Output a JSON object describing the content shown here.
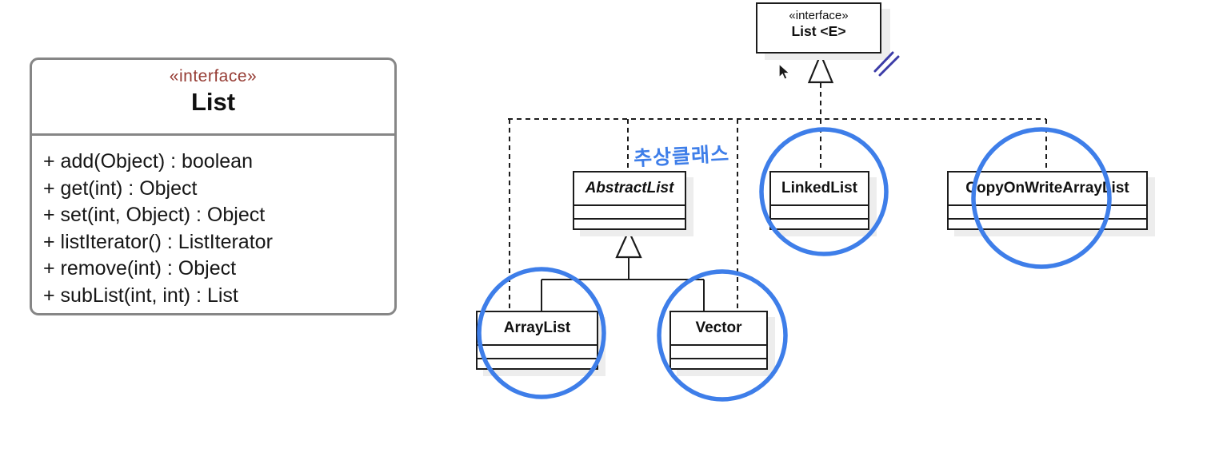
{
  "colors": {
    "annotation_blue": "#3e7ee9",
    "pen_blue": "#3c3ca8",
    "stereotype_red": "#963c34"
  },
  "interface_card": {
    "stereotype": "«interface»",
    "name": "List",
    "methods": [
      "+ add(Object) : boolean",
      "+ get(int) : Object",
      "+ set(int, Object) : Object",
      "+ listIterator() : ListIterator",
      "+ remove(int) : Object",
      "+ subList(int, int) : List"
    ]
  },
  "diagram": {
    "root": {
      "stereotype": "«interface»",
      "name": "List <E>"
    },
    "nodes": [
      {
        "name": "AbstractList"
      },
      {
        "name": "LinkedList"
      },
      {
        "name": "CopyOnWriteArrayList"
      },
      {
        "name": "ArrayList"
      },
      {
        "name": "Vector"
      }
    ],
    "handwritten_note": "추상클래스"
  }
}
